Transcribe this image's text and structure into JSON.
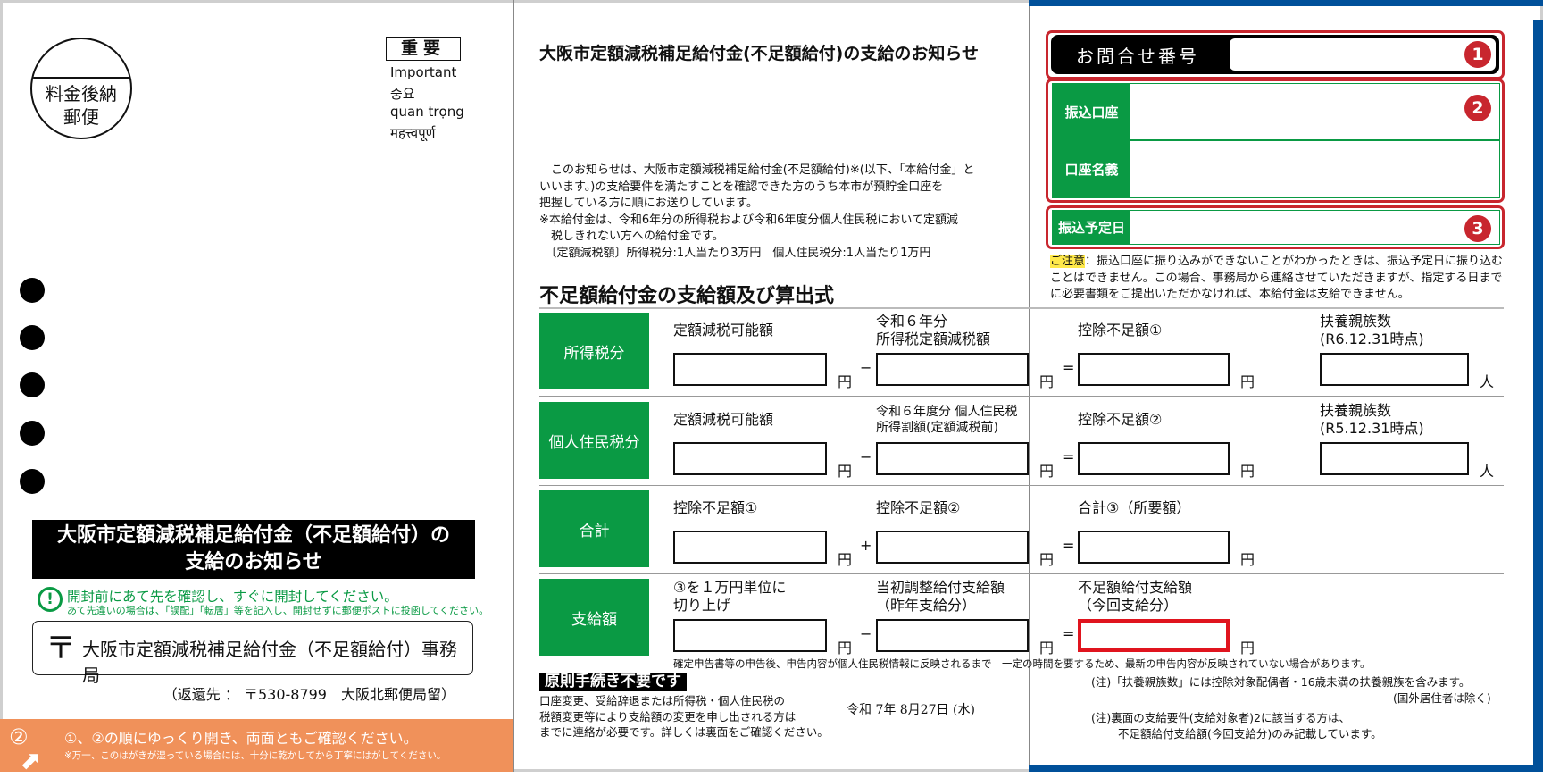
{
  "left": {
    "stamp": "料金後納\n郵便",
    "important_box": "重要",
    "important_translations": [
      "Important",
      "중요",
      "quan trọng",
      "महत्त्वपूर्ण"
    ],
    "title": "大阪市定額減税補足給付金（不足額給付）の\n支給のお知らせ",
    "notice_icon": "!",
    "notice_main": "開封前にあて先を確認し、すぐに開封してください。",
    "notice_sub": "あて先違いの場合は、「誤配」「転居」等を記入し、開封せずに郵便ポストに投函してください。",
    "sender_symbol": "〒",
    "sender": "大阪市定額減税補足給付金（不足額給付）事務局",
    "return_address": "（返還先 ： 〒530-8799　大阪北郵便局留）",
    "open_step_number": "②",
    "open_arrow": "➡",
    "open_instruction": "①、②の順にゆっくり開き、両面ともご確認ください。",
    "open_note": "※万一、このはがきが湿っている場合には、十分に乾かしてから丁寧にはがしてください。"
  },
  "main": {
    "title": "大阪市定額減税補足給付金(不足額給付)の支給のお知らせ",
    "body": [
      "　このお知らせは、大阪市定額減税補足給付金(不足額給付)※(以下、「本給付金」と\nいいます。)の支給要件を満たすことを確認できた方のうち本市が預貯金口座を\n把握している方に順にお送りしています。",
      "※本給付金は、令和6年分の所得税および令和6年度分個人住民税において定額減\n　税しきれない方への給付金です。\n　〔定額減税額〕所得税分:1人当たり3万円　個人住民税分:1人当たり1万円"
    ],
    "section_title": "不足額給付金の支給額及び算出式",
    "rows": [
      {
        "label": "所得税分",
        "ops": [
          "−",
          "="
        ],
        "cols": [
          {
            "label": "定額減税可能額",
            "unit": "円"
          },
          {
            "label": "令和６年分\n所得税定額減税額",
            "unit": "円"
          },
          {
            "label": "控除不足額①",
            "unit": "円"
          },
          {
            "label": "扶養親族数\n(R6.12.31時点)",
            "unit": "人"
          }
        ]
      },
      {
        "label": "個人住民税分",
        "ops": [
          "−",
          "="
        ],
        "cols": [
          {
            "label": "定額減税可能額",
            "unit": "円"
          },
          {
            "label": "令和６年度分 個人住民税\n所得割額(定額減税前)",
            "unit": "円"
          },
          {
            "label": "控除不足額②",
            "unit": "円"
          },
          {
            "label": "扶養親族数\n(R5.12.31時点)",
            "unit": "人"
          }
        ]
      },
      {
        "label": "合計",
        "ops": [
          "+",
          "="
        ],
        "cols": [
          {
            "label": "控除不足額①",
            "unit": "円"
          },
          {
            "label": "控除不足額②",
            "unit": "円"
          },
          {
            "label": "合計③（所要額）",
            "unit": "円"
          }
        ]
      },
      {
        "label": "支給額",
        "ops": [
          "−",
          "="
        ],
        "cols": [
          {
            "label": "③を１万円単位に\n切り上げ",
            "unit": "円"
          },
          {
            "label": "当初調整給付支給額\n（昨年支給分）",
            "unit": "円"
          },
          {
            "label": "不足額給付支給額\n（今回支給分）",
            "unit": "円"
          }
        ]
      }
    ],
    "footnote": "確定申告書等の申告後、申告内容が個人住民税情報に反映されるまで　一定の時間を要するため、最新の申告内容が反映されていない場合があります。",
    "no_procedure_label": "原則手続き不要です",
    "no_procedure_text": "口座変更、受給辞退または所得税・個人住民税の\n税額変更等により支給額の変更を申し出される方は\nまでに連絡が必要です。詳しくは裏面をご確認ください。",
    "deadline_date": "令和 7年 8月27日 (水)"
  },
  "right": {
    "inquiry_label": "お問合せ番号",
    "bank_account_label": "振込口座",
    "account_holder_label": "口座名義",
    "transfer_date_label": "振込予定日",
    "badges": [
      "1",
      "2",
      "3"
    ],
    "caution_label": "ご注意",
    "caution_text": "：振込口座に振り込みができないことがわかったときは、振込予定日に振り込むことはできません。この場合、事務局から連絡させていただきますが、指定する日までに必要書類をご提出いただかなければ、本給付金は支給できません。",
    "note1": "(注)「扶養親族数」には控除対象配偶者・16歳未満の扶養親族を含みます。",
    "note1b": "(国外居住者は除く)",
    "note2": "(注)裏面の支給要件(支給対象者)2に該当する方は、",
    "note2b": "不足額給付支給額(今回支給分)のみ記載しています。"
  },
  "colors": {
    "green": "#0a9a44",
    "red": "#c8262e",
    "blue": "#00509a",
    "orange": "#f0915a",
    "highlight": "#ffe94a"
  }
}
